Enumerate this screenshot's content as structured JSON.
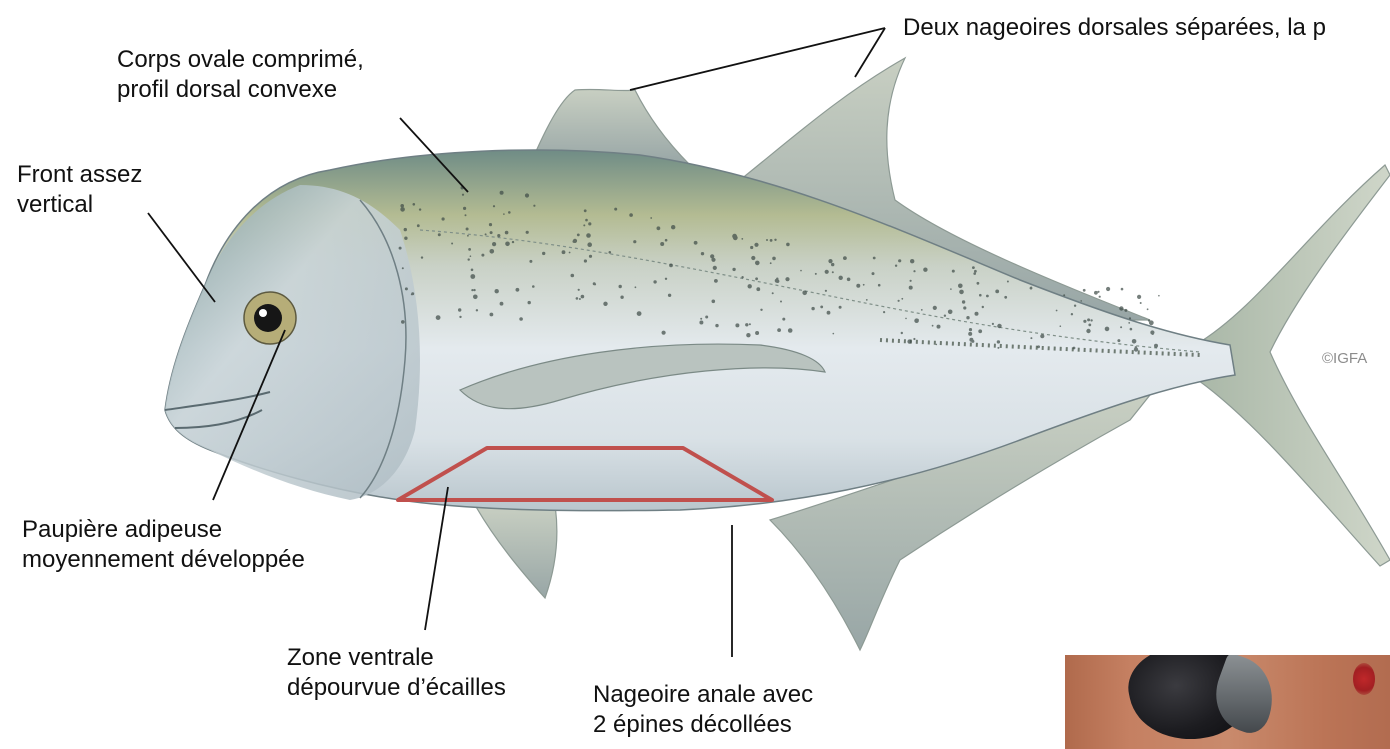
{
  "labels": {
    "dorsal_fins": "Deux nageoires dorsales séparées, la p",
    "body_line1": "Corps ovale comprimé,",
    "body_line2": "profil dorsal convexe",
    "front_line1": "Front assez",
    "front_line2": "vertical",
    "eyelid_line1": "Paupière adipeuse",
    "eyelid_line2": "moyennement développée",
    "ventral_line1": "Zone ventrale",
    "ventral_line2": "dépourvue d’écailles",
    "anal_line1": "Nageoire anale avec",
    "anal_line2": "2 épines décollées"
  },
  "credit": "©IGFA",
  "colors": {
    "highlight": "#c0504d",
    "leader_line": "#111111",
    "fish_back": "#a9b896",
    "fish_belly": "#dfe6ea",
    "fish_fin": "#b8c0bf"
  }
}
